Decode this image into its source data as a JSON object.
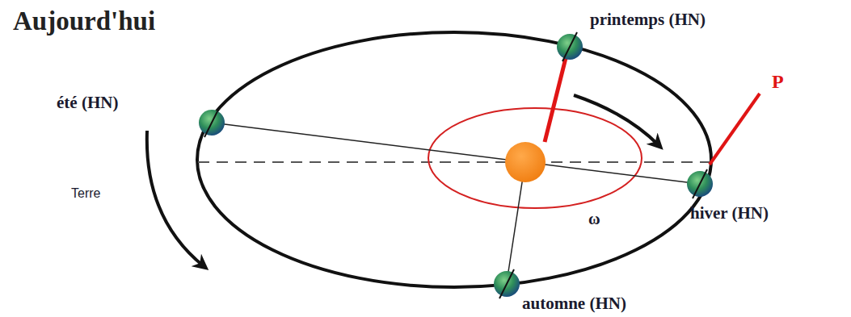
{
  "diagram": {
    "title": "Aujourd'hui",
    "labels": [
      "printemps (HN)",
      "été (HN)",
      "hiver (HN)",
      "automne (HN)",
      "P",
      "Terre",
      "ω"
    ]
  }
}
